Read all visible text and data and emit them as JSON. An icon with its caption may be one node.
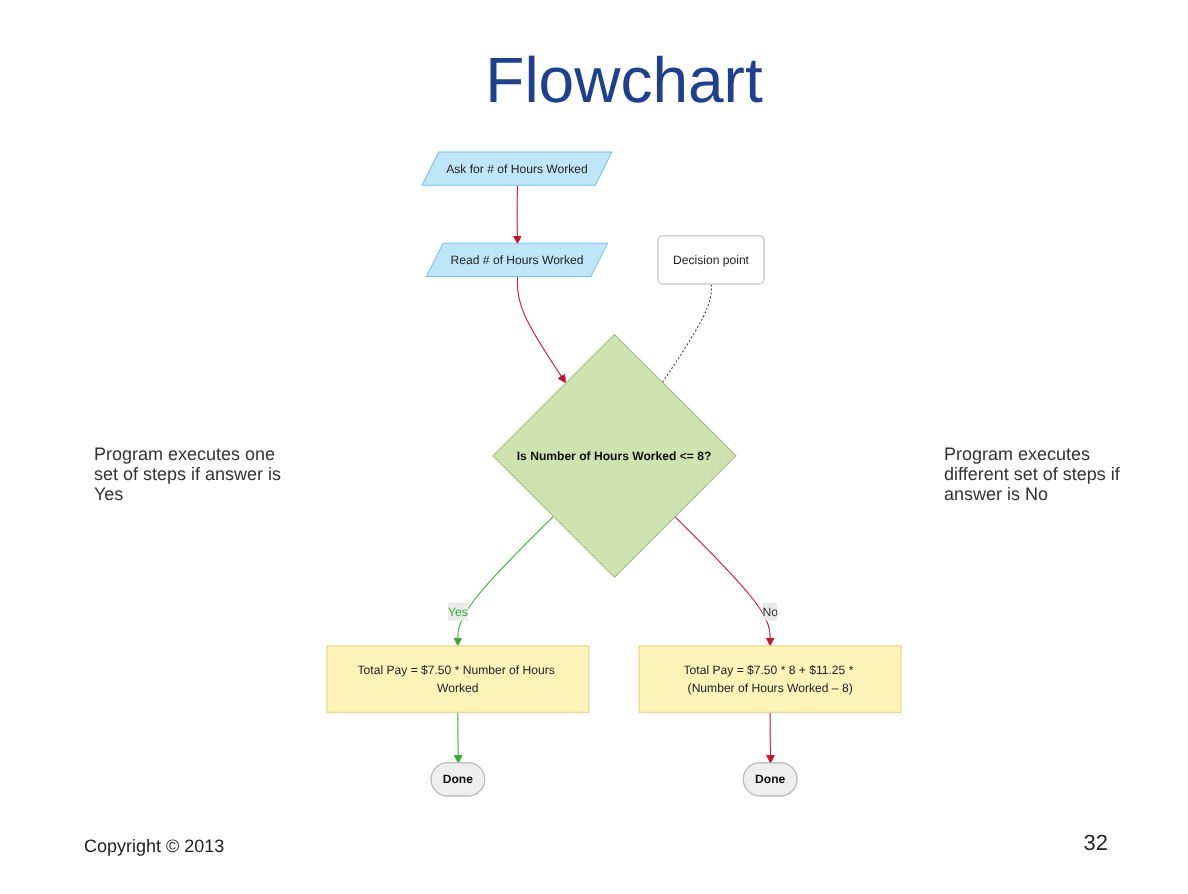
{
  "diagram": {
    "title": "Flowchart",
    "nodes": [
      {
        "text": [
          "Ask for # of Hours Worked"
        ]
      },
      {
        "text": [
          "Read # of Hours Worked"
        ]
      },
      {
        "text": [
          "Decision point"
        ]
      },
      {
        "text": [
          "Is Number of Hours Worked <= 8?"
        ]
      },
      {
        "text": [
          "Total Pay = $7.50 * Number of Hours Worked"
        ]
      },
      {
        "text": [
          "Total Pay = $7.50 * 8 + $11.25 * (Number of Hours Worked – 8)"
        ]
      },
      {
        "text": [
          "Done"
        ]
      },
      {
        "text": [
          "Done"
        ]
      }
    ],
    "edges": [
      {
        "from": 0,
        "to": 1,
        "arrow": "to"
      },
      {
        "from": 1,
        "to": 3,
        "arrow": "to"
      },
      {
        "from": 2,
        "to": 3,
        "arrow": "none",
        "style": "dashed",
        "color": "#333333"
      },
      {
        "from": 3,
        "to": 4,
        "arrow": "to",
        "label": "Yes",
        "color": "#3aaa35"
      },
      {
        "from": 3,
        "to": 5,
        "arrow": "to",
        "label": "No"
      },
      {
        "from": 4,
        "to": 6,
        "arrow": "to",
        "color": "#3aaa35"
      },
      {
        "from": 5,
        "to": 7,
        "arrow": "to"
      }
    ],
    "labels": [
      "Program executes one set of steps if answer is Yes",
      "Program executes different set of steps if answer is No",
      "Copyright © 2013",
      "32"
    ]
  }
}
